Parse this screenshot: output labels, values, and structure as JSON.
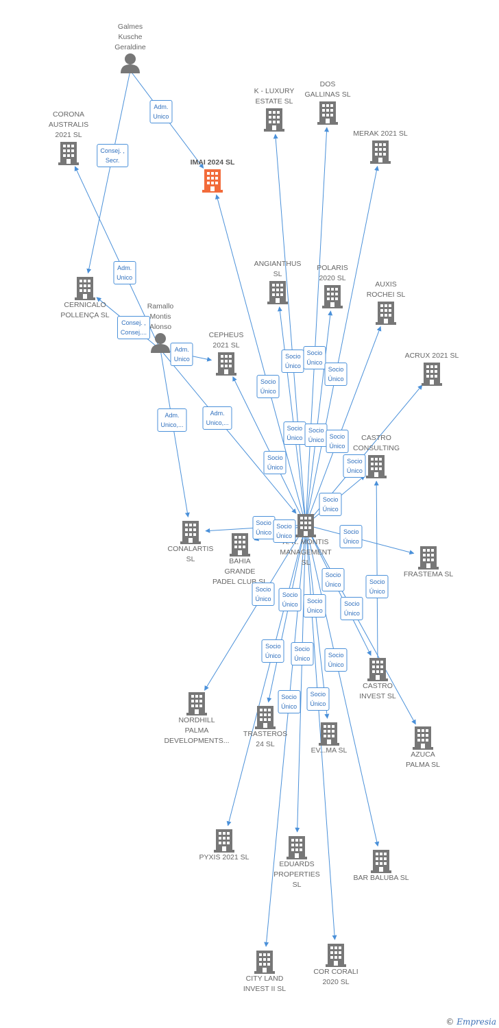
{
  "colors": {
    "edge": "#4a90d9",
    "building": "#777777",
    "focus_building": "#f26b3a",
    "person": "#777777"
  },
  "nodes": [
    {
      "id": "galmes",
      "type": "person",
      "label": "Galmes\nKusche\nGeraldine"
    },
    {
      "id": "corona",
      "type": "company",
      "label": "CORONA\nAUSTRALIS\n2021  SL"
    },
    {
      "id": "imai",
      "type": "company",
      "focus": true,
      "label": "IMAI 2024  SL"
    },
    {
      "id": "kluxury",
      "type": "company",
      "label": "K -  LUXURY\nESTATE  SL"
    },
    {
      "id": "dosgallinas",
      "type": "company",
      "label": "DOS\nGALLINAS  SL"
    },
    {
      "id": "merak",
      "type": "company",
      "label": "MERAK 2021  SL"
    },
    {
      "id": "cernicalo",
      "type": "company",
      "label": "CERNICALO\nPOLLENÇA  SL"
    },
    {
      "id": "ramallo",
      "type": "person",
      "label": "Ramallo\nMontis\nAlonso"
    },
    {
      "id": "angianthus",
      "type": "company",
      "label": "ANGIANTHUS\nSL"
    },
    {
      "id": "polaris",
      "type": "company",
      "label": "POLARIS\n2020  SL"
    },
    {
      "id": "auxis",
      "type": "company",
      "label": "AUXIS\nROCHEI  SL"
    },
    {
      "id": "cepheus",
      "type": "company",
      "label": "CEPHEUS\n2021  SL"
    },
    {
      "id": "acrux",
      "type": "company",
      "label": "ACRUX 2021  SL"
    },
    {
      "id": "castroconsulting",
      "type": "company",
      "label": "CASTRO\nCONSULTING"
    },
    {
      "id": "armontis",
      "type": "company",
      "label": "A. R. MONTIS\nMANAGEMENT\nSL"
    },
    {
      "id": "conalartis",
      "type": "company",
      "label": "CONALARTIS\nSL"
    },
    {
      "id": "bahia",
      "type": "company",
      "label": "BAHIA\nGRANDE\nPADEL CLUB  SL"
    },
    {
      "id": "frastema",
      "type": "company",
      "label": "FRASTEMA  SL"
    },
    {
      "id": "castroinvest",
      "type": "company",
      "label": "CASTRO\nINVEST  SL"
    },
    {
      "id": "nordhill",
      "type": "company",
      "label": "NORDHILL\nPALMA\nDEVELOPMENTS..."
    },
    {
      "id": "trasteros",
      "type": "company",
      "label": "TRASTEROS\n24  SL"
    },
    {
      "id": "evpalma",
      "type": "company",
      "label": "EV...MA  SL"
    },
    {
      "id": "azuca",
      "type": "company",
      "label": "AZUCA\nPALMA  SL"
    },
    {
      "id": "pyxis",
      "type": "company",
      "label": "PYXIS 2021  SL"
    },
    {
      "id": "eduards",
      "type": "company",
      "label": "EDUARDS\nPROPERTIES\nSL"
    },
    {
      "id": "barbaluba",
      "type": "company",
      "label": "BAR BALUBA  SL"
    },
    {
      "id": "cityland",
      "type": "company",
      "label": "CITY LAND\nINVEST II  SL"
    },
    {
      "id": "corcorali",
      "type": "company",
      "label": "COR CORALI\n2020  SL"
    }
  ],
  "edges": [
    {
      "from": "galmes",
      "to": "imai",
      "label": "Adm.\nUnico"
    },
    {
      "from": "galmes",
      "to": "cernicalo",
      "label": "Consej. ,\nSecr."
    },
    {
      "from": "ramallo",
      "to": "corona",
      "label": "Adm.\nUnico"
    },
    {
      "from": "ramallo",
      "to": "cernicalo",
      "label": "Consej. ,\nConsej...."
    },
    {
      "from": "ramallo",
      "to": "cepheus",
      "label": "Adm.\nUnico"
    },
    {
      "from": "ramallo",
      "to": "conalartis",
      "label": "Adm.\nUnico,..."
    },
    {
      "from": "ramallo",
      "to": "armontis",
      "label": "Adm.\nUnico,..."
    },
    {
      "from": "armontis",
      "to": "imai",
      "label": "Socio\nÚnico"
    },
    {
      "from": "armontis",
      "to": "kluxury",
      "label": "Socio\nÚnico"
    },
    {
      "from": "armontis",
      "to": "dosgallinas",
      "label": "Socio\nÚnico"
    },
    {
      "from": "armontis",
      "to": "merak",
      "label": "Socio\nÚnico"
    },
    {
      "from": "armontis",
      "to": "angianthus",
      "label": "Socio\nÚnico"
    },
    {
      "from": "armontis",
      "to": "polaris",
      "label": "Socio\nÚnico"
    },
    {
      "from": "armontis",
      "to": "auxis",
      "label": "Socio\nÚnico"
    },
    {
      "from": "armontis",
      "to": "cepheus",
      "label": "Socio\nÚnico"
    },
    {
      "from": "armontis",
      "to": "acrux",
      "label": "Socio\nÚnico"
    },
    {
      "from": "armontis",
      "to": "castroconsulting",
      "label": "Socio\nÚnico"
    },
    {
      "from": "armontis",
      "to": "conalartis",
      "label": "Socio\nÚnico"
    },
    {
      "from": "armontis",
      "to": "bahia",
      "label": "Socio\nÚnico"
    },
    {
      "from": "armontis",
      "to": "frastema",
      "label": "Socio\nÚnico"
    },
    {
      "from": "armontis",
      "to": "castroinvest",
      "label": "Socio\nÚnico"
    },
    {
      "from": "castroinvest",
      "to": "castroconsulting",
      "label": "Socio\nÚnico"
    },
    {
      "from": "armontis",
      "to": "nordhill",
      "label": "Socio\nÚnico"
    },
    {
      "from": "armontis",
      "to": "trasteros",
      "label": "Socio\nÚnico"
    },
    {
      "from": "armontis",
      "to": "evpalma",
      "label": "Socio\nÚnico"
    },
    {
      "from": "armontis",
      "to": "azuca",
      "label": "Socio\nÚnico"
    },
    {
      "from": "armontis",
      "to": "pyxis",
      "label": "Socio\nÚnico"
    },
    {
      "from": "armontis",
      "to": "eduards",
      "label": "Socio\nÚnico"
    },
    {
      "from": "armontis",
      "to": "barbaluba",
      "label": "Socio\nÚnico"
    },
    {
      "from": "armontis",
      "to": "cityland",
      "label": "Socio\nÚnico"
    },
    {
      "from": "armontis",
      "to": "corcorali",
      "label": "Socio\nÚnico"
    }
  ],
  "footer": {
    "copyright": "©",
    "brand": "Empresia"
  }
}
